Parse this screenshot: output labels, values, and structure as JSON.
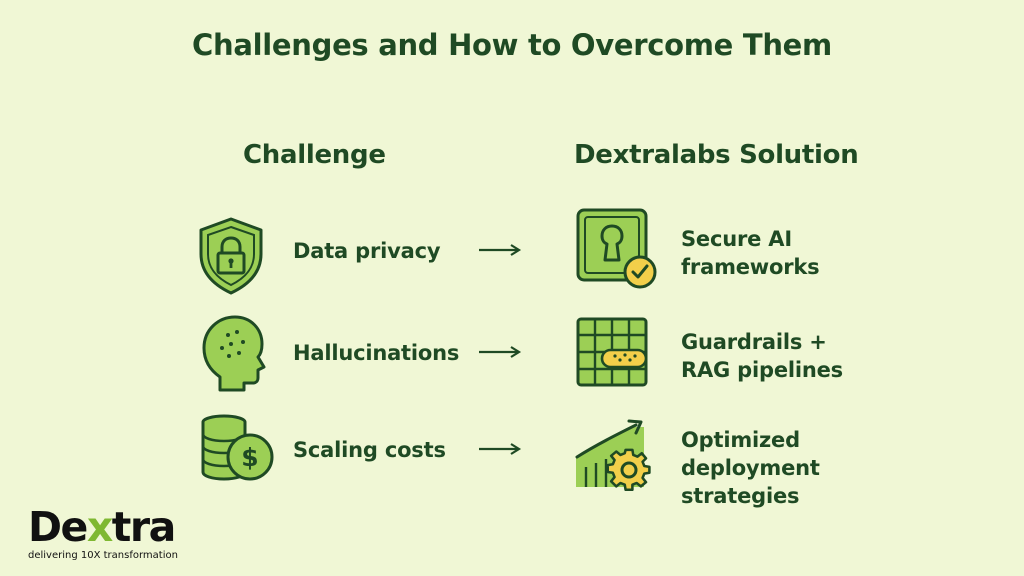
{
  "title": "Challenges and How to Overcome Them",
  "columns": {
    "challenge": "Challenge",
    "solution": "Dextralabs Solution"
  },
  "rows": [
    {
      "challenge": "Data privacy",
      "challenge_icon": "shield-lock-icon",
      "solution_lines": [
        "Secure AI",
        "frameworks"
      ],
      "solution_icon": "keyhole-check-icon"
    },
    {
      "challenge": "Hallucinations",
      "challenge_icon": "head-brain-icon",
      "solution_lines": [
        "Guardrails +",
        "RAG pipelines"
      ],
      "solution_icon": "grid-patch-icon"
    },
    {
      "challenge": "Scaling costs",
      "challenge_icon": "coins-dollar-icon",
      "solution_lines": [
        "Optimized",
        "deployment",
        "strategies"
      ],
      "solution_icon": "growth-gear-icon"
    }
  ],
  "logo": {
    "word_pre": "De",
    "word_x": "x",
    "word_post": "tra",
    "tagline": "delivering 10X transformation"
  },
  "colors": {
    "background": "#f0f7d5",
    "text": "#1f4a24",
    "icon_fill": "#9ccf55",
    "icon_stroke": "#1f4a24",
    "accent_yellow": "#f2cf4a",
    "logo_x": "#7fb832"
  }
}
